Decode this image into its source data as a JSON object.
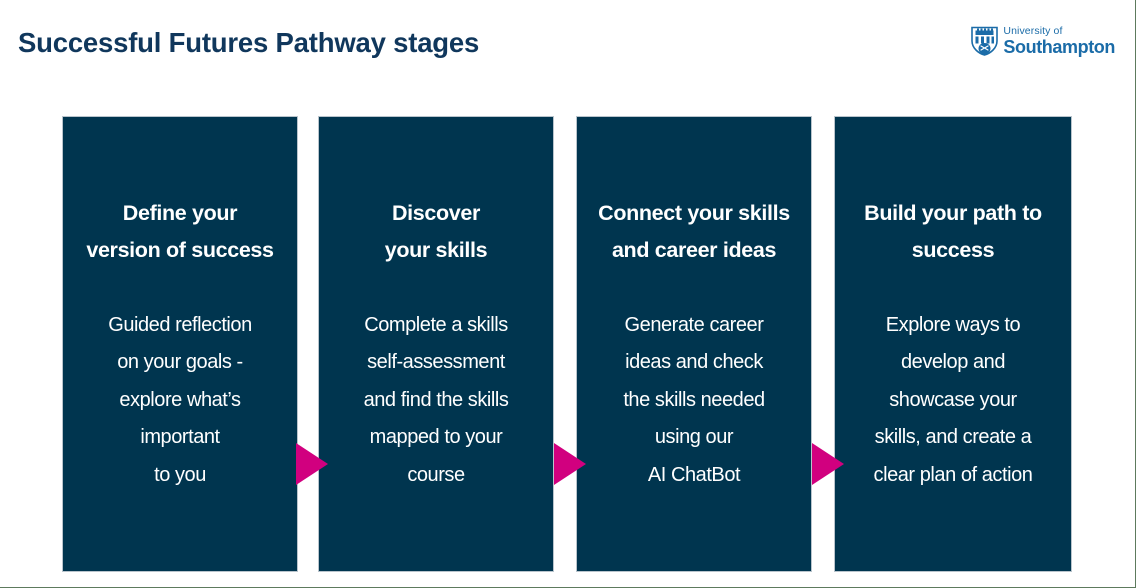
{
  "header": {
    "title": "Successful Futures Pathway stages",
    "logo": {
      "crest_icon": "university-crest-icon",
      "line1": "University of",
      "line2": "Southampton"
    }
  },
  "colors": {
    "navy": "#00354f",
    "title_navy": "#10375c",
    "pink": "#d1007f",
    "logo_blue": "#1b6ca8",
    "card_border": "#b9c4cc",
    "background": "#ffffff"
  },
  "cards": [
    {
      "title": "Define your\nversion of success",
      "body": "Guided reflection\non your goals -\nexplore what’s\nimportant\nto you"
    },
    {
      "title": "Discover\nyour skills",
      "body": "Complete a skills\nself-assessment\nand find the skills\nmapped to your\ncourse"
    },
    {
      "title": "Connect your skills\nand career ideas",
      "body": "Generate career\nideas and check\nthe skills needed\nusing our\nAI ChatBot"
    },
    {
      "title": "Build your path to\nsuccess",
      "body": "Explore ways to\ndevelop and\nshowcase your\nskills, and create a\nclear plan of action"
    }
  ],
  "connectors": [
    {
      "icon": "arrow-right-icon"
    },
    {
      "icon": "arrow-right-icon"
    },
    {
      "icon": "arrow-right-icon"
    }
  ]
}
